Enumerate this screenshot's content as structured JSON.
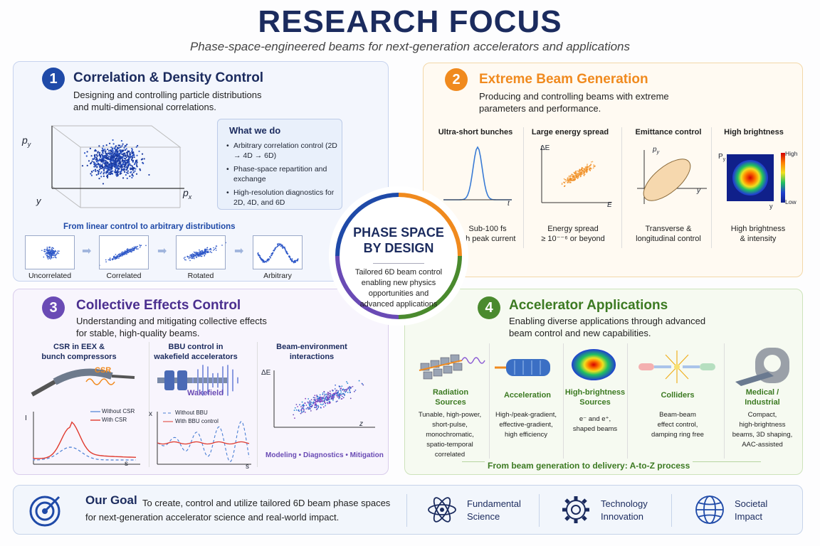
{
  "header": {
    "title": "RESEARCH FOCUS",
    "subtitle": "Phase-space-engineered beams for next-generation accelerators and applications"
  },
  "colors": {
    "blue": "#1f4aa8",
    "orange": "#f08a1e",
    "purple": "#6a4bb5",
    "green": "#4a8a2e",
    "navy": "#1b2b5e"
  },
  "center": {
    "title_line1": "PHASE SPACE",
    "title_line2": "BY DESIGN",
    "text": "Tailored 6D beam control enabling new physics opportunities and advanced applications"
  },
  "panel1": {
    "number": "1",
    "title": "Correlation & Density Control",
    "description": "Designing and controlling particle distributions and multi-dimensional correlations.",
    "axis_py": "p",
    "axis_py_sub": "y",
    "axis_px": "p",
    "axis_px_sub": "x",
    "axis_y": "y",
    "what_we_do": {
      "title": "What we do",
      "items": [
        "Arbitrary correlation control (2D → 4D → 6D)",
        "Phase-space repartition and exchange",
        "High-resolution diagnostics for 2D, 4D, and 6D"
      ]
    },
    "progression_title": "From linear control to arbitrary distributions",
    "progression": [
      "Uncorrelated",
      "Correlated",
      "Rotated",
      "Arbitrary"
    ]
  },
  "panel2": {
    "number": "2",
    "title": "Extreme Beam Generation",
    "description": "Producing and controlling beams with extreme parameters and performance.",
    "columns": [
      {
        "title": "Ultra-short bunches",
        "caption_line1": "Sub-100 fs",
        "caption_line2": "igh peak current",
        "axis": "t"
      },
      {
        "title": "Large energy spread",
        "caption_line1": "Energy spread",
        "caption_line2": "≥ 10⁻⁻⁶ or beyond",
        "axis_y": "ΔE",
        "axis_x": "E"
      },
      {
        "title": "Emittance control",
        "caption_line1": "Transverse &",
        "caption_line2": "longitudinal control",
        "axis_y": "p",
        "axis_y_sub": "y",
        "axis_x": "y"
      },
      {
        "title": "High brightness",
        "caption_line1": "High brightness",
        "caption_line2": "& intensity",
        "axis_y": "P",
        "axis_y_sub": "y",
        "axis_x": "y",
        "scale_high": "High",
        "scale_low": "Low"
      }
    ]
  },
  "panel3": {
    "number": "3",
    "title": "Collective Effects Control",
    "description": "Understanding and mitigating collective effects for stable, high-quality beams.",
    "col1": {
      "title_line1": "CSR in EEX &",
      "title_line2": "bunch compressors",
      "csr_label": "CSR",
      "legend1": "Without CSR",
      "legend2": "With CSR",
      "axis_y": "I",
      "axis_x": "s"
    },
    "col2": {
      "title_line1": "BBU control in",
      "title_line2": "wakefield accelerators",
      "wake_label": "Wakefield",
      "legend1": "Without BBU",
      "legend2": "With BBU control",
      "axis_y": "x",
      "axis_x": "s"
    },
    "col3": {
      "title_line1": "Beam-environment",
      "title_line2": "interactions",
      "axis_y": "ΔE",
      "axis_x": "z"
    },
    "footer": "Modeling • Diagnostics • Mitigation"
  },
  "panel4": {
    "number": "4",
    "title": "Accelerator Applications",
    "description": "Enabling diverse applications through advanced beam control and new capabilities.",
    "apps": [
      {
        "title_line1": "Radiation",
        "title_line2": "Sources",
        "desc": [
          "Tunable, high-power,",
          "short-pulse,",
          "monochromatic,",
          "spatio-temporal",
          "correlated"
        ]
      },
      {
        "title_line1": "Acceleration",
        "title_line2": "",
        "desc": [
          "High-/peak-gradient,",
          "effective-gradient,",
          "high efficiency"
        ]
      },
      {
        "title_line1": "High-brightness",
        "title_line2": "Sources",
        "desc": [
          "e⁻ and e⁺,",
          "shaped beams"
        ]
      },
      {
        "title_line1": "Colliders",
        "title_line2": "",
        "desc": [
          "Beam-beam",
          "effect control,",
          "damping ring free"
        ]
      },
      {
        "title_line1": "Medical /",
        "title_line2": "Industrial",
        "desc": [
          "Compact,",
          "high-brightness",
          "beams, 3D shaping,",
          "AAC-assisted"
        ]
      }
    ],
    "footer": "From beam generation to delivery: A-to-Z process"
  },
  "goal": {
    "title": "Our Goal",
    "text": "To create, control and utilize tailored 6D beam phase spaces for next-generation accelerator science and real-world impact.",
    "items": [
      {
        "line1": "Fundamental",
        "line2": "Science",
        "icon": "atom-icon"
      },
      {
        "line1": "Technology",
        "line2": "Innovation",
        "icon": "gear-icon"
      },
      {
        "line1": "Societal",
        "line2": "Impact",
        "icon": "globe-icon"
      }
    ]
  }
}
